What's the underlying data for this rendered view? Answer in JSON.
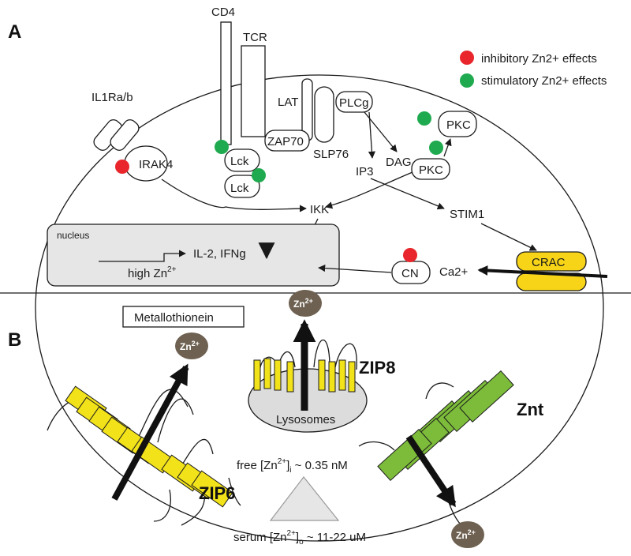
{
  "panels": {
    "a": "A",
    "b": "B"
  },
  "legend": {
    "inhibitory": {
      "label": "inhibitory Zn2+ effects",
      "color": "#e8262b"
    },
    "stimulatory": {
      "label": "stimulatory Zn2+ effects",
      "color": "#1faa4f"
    }
  },
  "panel_a": {
    "receptors": {
      "cd4": "CD4",
      "tcr": "TCR",
      "lat": "LAT",
      "plcg": "PLCg",
      "slp76": "SLP76",
      "zap70": "ZAP70",
      "lck1": "Lck",
      "lck2": "Lck",
      "il1r": "IL1Ra/b",
      "irak4": "IRAK4",
      "pkc1": "PKC",
      "pkc2": "PKC"
    },
    "mediators": {
      "ip3": "IP3",
      "dag": "DAG",
      "ikk": "IKK",
      "stim1": "STIM1",
      "crac": "CRAC",
      "ca": "Ca2+",
      "cn": "CN"
    },
    "nucleus": {
      "label": "nucleus",
      "genes": "IL-2, IFNg",
      "high_zn_prefix": "high Zn",
      "high_zn_sup": "2+"
    }
  },
  "panel_b": {
    "metallothionein": "Metallothionein",
    "zip8": "ZIP8",
    "zip6": "ZIP6",
    "znt": "Znt",
    "lysosomes": "Lysosomes",
    "zn_ion": "Zn",
    "zn_sup": "2+",
    "free_zn": {
      "prefix": "free [Zn",
      "sup": "2+",
      "close": "]",
      "sub": "i",
      "value": " ~ 0.35 nM"
    },
    "serum_zn": {
      "prefix": "serum [Zn",
      "sup": "2+",
      "close": "]",
      "sub": "o",
      "value": " ~ 11-22 uM"
    }
  },
  "colors": {
    "zip_yellow": "#f2e21a",
    "znt_green": "#7cbc3a",
    "zn_brown": "#6e6151",
    "crac_yellow": "#f7d417",
    "nucleus_gray": "#e6e6e6",
    "lysosome_gray": "#dcdcdc"
  }
}
